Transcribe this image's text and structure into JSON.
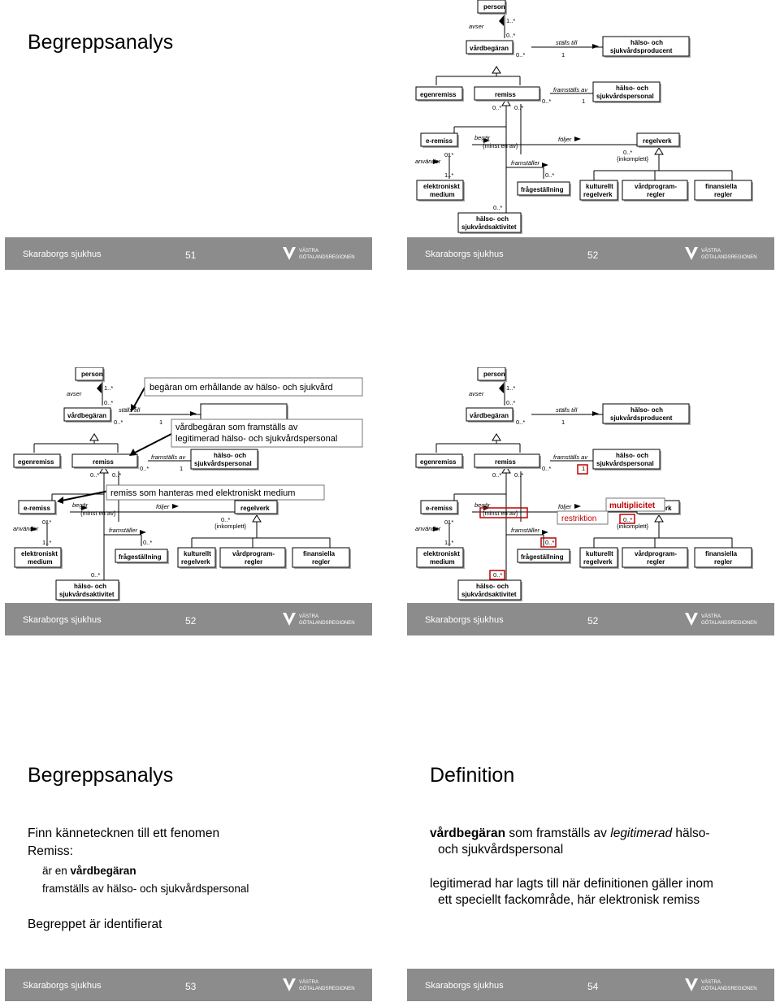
{
  "slides": {
    "s1": {
      "title": "Begreppsanalys",
      "footer": {
        "org": "Skaraborgs sjukhus",
        "number": "51",
        "logo_text": "VÄSTRA GÖTALANDSREGIONEN"
      }
    },
    "s2": {
      "footer": {
        "org": "Skaraborgs sjukhus",
        "number": "52",
        "logo_text": "VÄSTRA GÖTALANDSREGIONEN"
      }
    },
    "s3": {
      "callouts": [
        "begäran om erhållande av hälso- och sjukvård",
        "vårdbegäran som framställs av",
        "legitimerad hälso- och sjukvårdspersonal",
        "remiss som hanteras med elektroniskt medium"
      ],
      "footer": {
        "org": "Skaraborgs sjukhus",
        "number": "52",
        "logo_text": "VÄSTRA GÖTALANDSREGIONEN"
      }
    },
    "s4": {
      "annotations": {
        "restriction": "restriktion",
        "multiplicity": "multiplicitet"
      },
      "footer": {
        "org": "Skaraborgs sjukhus",
        "number": "52",
        "logo_text": "VÄSTRA GÖTALANDSREGIONEN"
      }
    },
    "s5": {
      "title": "Begreppsanalys",
      "line1": "Finn kännetecknen till ett fenomen",
      "line2": "Remiss:",
      "line3_prefix": "är en ",
      "line3_bold": "vårdbegäran",
      "line4": "framställs av hälso- och sjukvårdspersonal",
      "line5": "Begreppet är identifierat",
      "footer": {
        "org": "Skaraborgs sjukhus",
        "number": "53",
        "logo_text": "VÄSTRA GÖTALANDSREGIONEN"
      }
    },
    "s6": {
      "title": "Definition",
      "p1_bold": "vårdbegäran",
      "p1_mid": " som framställs av ",
      "p1_italic": "legitimerad",
      "p1_end": " hälso-",
      "p1_line2": "och sjukvårdspersonal",
      "p2_line1": "legitimerad har lagts till när definitionen gäller inom",
      "p2_line2": "ett speciellt fackområde, här elektronisk remiss",
      "footer": {
        "org": "Skaraborgs sjukhus",
        "number": "54",
        "logo_text": "VÄSTRA GÖTALANDSREGIONEN"
      }
    }
  },
  "diagram": {
    "classes": {
      "person": "person",
      "vardbegaran": "vårdbegäran",
      "producent_line1": "hälso- och",
      "producent_line2": "sjukvårdsproducent",
      "egenremiss": "egenremiss",
      "remiss": "remiss",
      "personal_line1": "hälso- och",
      "personal_line2": "sjukvårdspersonal",
      "eremiss": "e-remiss",
      "regelverk": "regelverk",
      "elektroniskt_line1": "elektroniskt",
      "elektroniskt_line2": "medium",
      "fragestallning": "frågeställning",
      "kulturellt_line1": "kulturellt",
      "kulturellt_line2": "regelverk",
      "vardprogram_line1": "vårdprogram-",
      "vardprogram_line2": "regler",
      "finansiella_line1": "finansiella",
      "finansiella_line2": "regler",
      "aktivitet_line1": "hälso- och",
      "aktivitet_line2": "sjukvårdsaktivitet"
    },
    "associations": {
      "avser": "avser",
      "stalls_till": "ställs till",
      "framstalls_av": "framställs av",
      "begar": "begär",
      "foljer": "följer",
      "anvander": "använder",
      "framstaller": "framställer"
    },
    "constraints": {
      "minst_en_av": "{minst en av}",
      "inkomplett": "{inkomplett}"
    },
    "multiplicities": {
      "one_many": "1..*",
      "zero_many": "0..*",
      "one": "1"
    }
  }
}
